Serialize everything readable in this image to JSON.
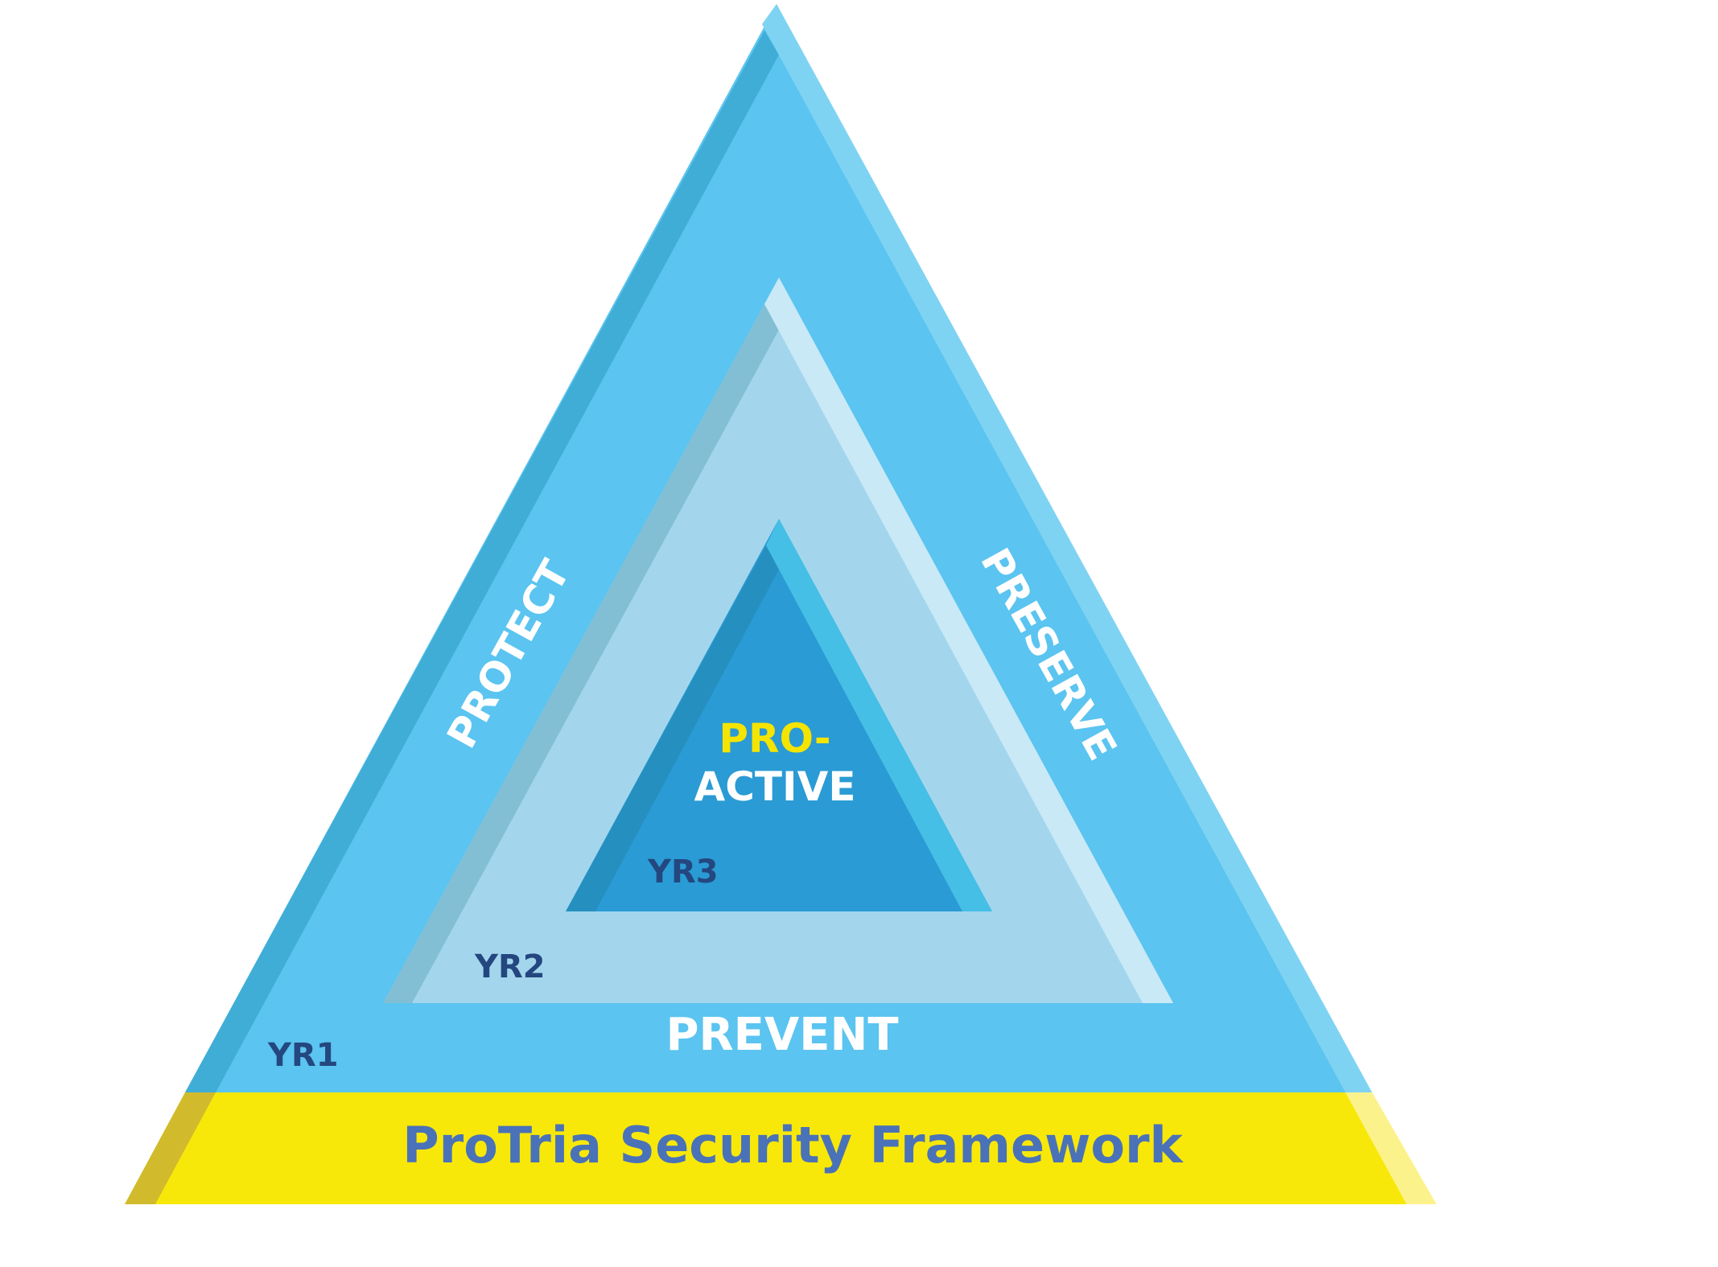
{
  "diagram": {
    "sides": {
      "left": "PROTECT",
      "right": "PRESERVE",
      "bottom": "PREVENT"
    },
    "levels": {
      "outer": "YR1",
      "middle": "YR2",
      "inner": "YR3"
    },
    "center": {
      "line1": "PRO-",
      "line2": "ACTIVE"
    },
    "footer": "ProTria Security Framework",
    "colors": {
      "outer_triangle": "#5bc4f0",
      "outer_left_edge": "#3fadd6",
      "outer_right_edge": "#7fd3f2",
      "middle_triangle": "#a3d6ed",
      "middle_left_edge": "#82bfd4",
      "middle_right_edge": "#c9e9f7",
      "inner_triangle": "#2a9bd4",
      "inner_left_edge": "#2590c0",
      "inner_right_edge": "#45bfe6",
      "footer_band": "#f8e80a",
      "footer_left": "#d1bb2c",
      "footer_right": "#fcf28c",
      "footer_text": "#4a72b8",
      "level_text": "#24477f",
      "highlight_text": "#f5e400"
    }
  }
}
